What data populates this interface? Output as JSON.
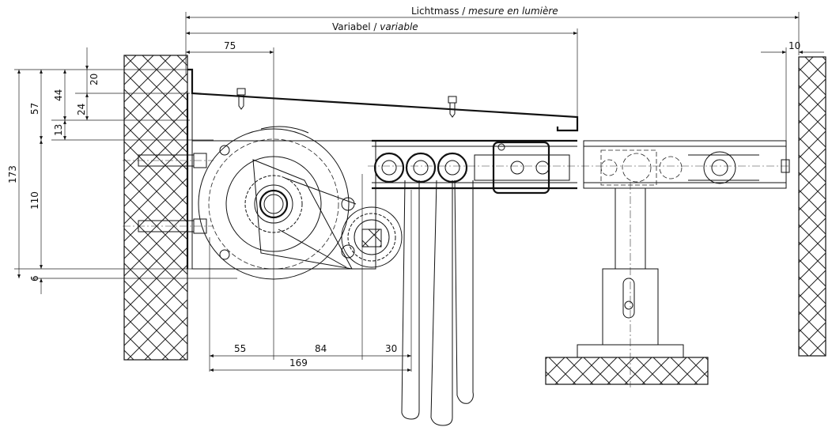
{
  "drawing": {
    "top_dimension": {
      "label": "Lichtmass",
      "separator": " / ",
      "label_fr": "mesure en lumière"
    },
    "variable_dimension": {
      "label": "Variabel",
      "separator": " / ",
      "label_fr": "variable"
    },
    "horizontal_dims": {
      "d75": "75",
      "d10": "10",
      "d55": "55",
      "d84": "84",
      "d30": "30",
      "d169": "169"
    },
    "vertical_dims": {
      "d173": "173",
      "d57": "57",
      "d44": "44",
      "d20": "20",
      "d24": "24",
      "d13": "13",
      "d110": "110",
      "d6": "6"
    }
  }
}
